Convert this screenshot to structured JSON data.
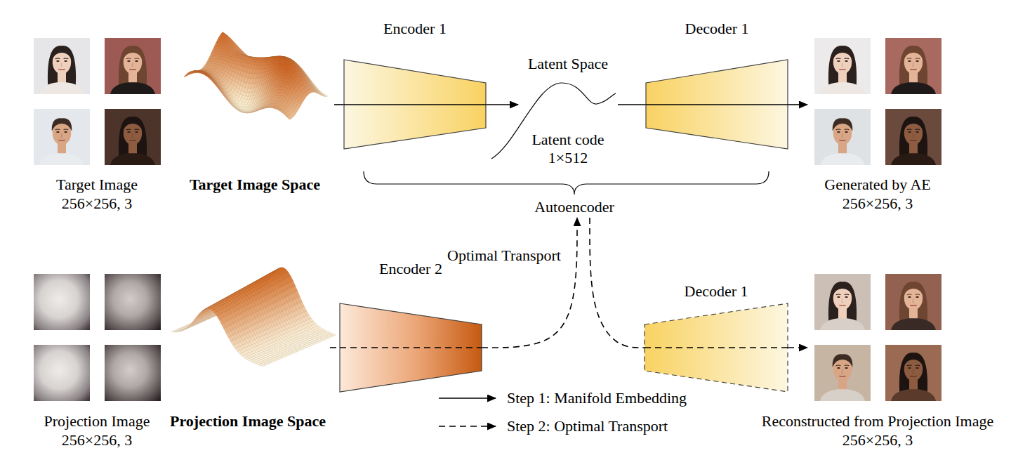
{
  "diagram": {
    "nodes": [
      {
        "text": [
          "Target Image",
          "256×256, 3"
        ]
      },
      {
        "text": [
          "Target Image Space"
        ]
      },
      {
        "text": [
          "Encoder 1"
        ]
      },
      {
        "text": [
          "Latent Space",
          "Latent code 1×512"
        ]
      },
      {
        "text": [
          "Decoder 1"
        ]
      },
      {
        "text": [
          "Generated by AE",
          "256×256, 3"
        ]
      },
      {
        "text": [
          "Autoencoder"
        ]
      },
      {
        "text": [
          "Projection Image",
          "256×256, 3"
        ]
      },
      {
        "text": [
          "Projection Image Space"
        ]
      },
      {
        "text": [
          "Encoder 2"
        ]
      },
      {
        "text": [
          "Decoder 1"
        ]
      },
      {
        "text": [
          "Reconstructed from Projection Image",
          "256×256, 3"
        ]
      }
    ],
    "edges": [
      {
        "from": 1,
        "to": 2,
        "arrow": "none"
      },
      {
        "from": 2,
        "to": 3,
        "arrow": "to"
      },
      {
        "from": 3,
        "to": 4,
        "arrow": "none"
      },
      {
        "from": 4,
        "to": 5,
        "arrow": "to"
      },
      {
        "from": 8,
        "to": 9,
        "arrow": "none"
      },
      {
        "from": 9,
        "to": 6,
        "label": "Optimal Transport",
        "arrow": "to"
      },
      {
        "from": 6,
        "to": 10,
        "arrow": "none"
      },
      {
        "from": 10,
        "to": 11,
        "arrow": "to"
      }
    ],
    "legend": [
      {
        "text": "Step 1: Manifold Embedding"
      },
      {
        "text": "Step 2: Optimal Transport"
      }
    ]
  }
}
